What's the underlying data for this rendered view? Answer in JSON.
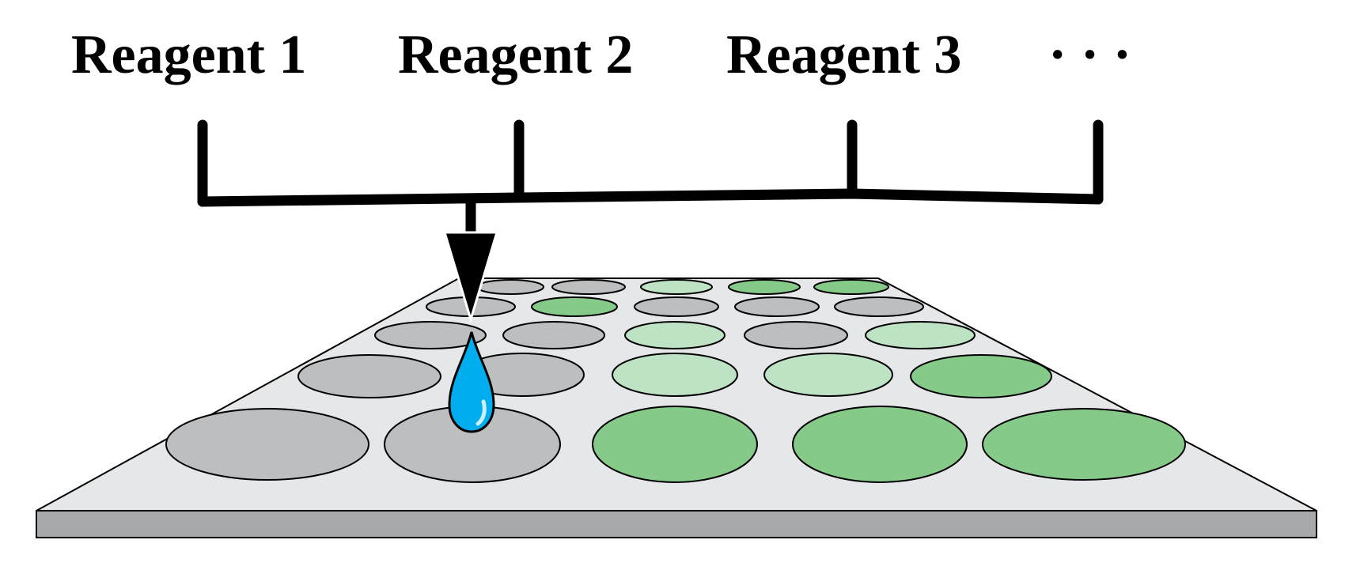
{
  "reagents": {
    "r1": "Reagent 1",
    "r2": "Reagent 2",
    "r3": "Reagent 3",
    "more": "· · ·"
  },
  "colors": {
    "plate_top": "#e6e7e8",
    "plate_side": "#a7a9ac",
    "well_gray": "#bcbec0",
    "well_light_green": "#bde3c4",
    "well_green": "#86ca8a",
    "droplet": "#00aeef",
    "stroke": "#000000"
  },
  "wells": {
    "row_1": [
      "gray",
      "gray",
      "light_green",
      "green",
      "green"
    ],
    "row_2": [
      "gray",
      "green",
      "gray",
      "gray",
      "gray"
    ],
    "row_3": [
      "gray",
      "gray",
      "light_green",
      "gray",
      "light_green"
    ],
    "row_4": [
      "gray",
      "gray",
      "light_green",
      "light_green",
      "green"
    ],
    "row_5": [
      "gray",
      "gray",
      "green",
      "green",
      "green"
    ]
  },
  "icons": {
    "droplet": "water-drop-icon",
    "arrow": "down-arrow-icon"
  }
}
